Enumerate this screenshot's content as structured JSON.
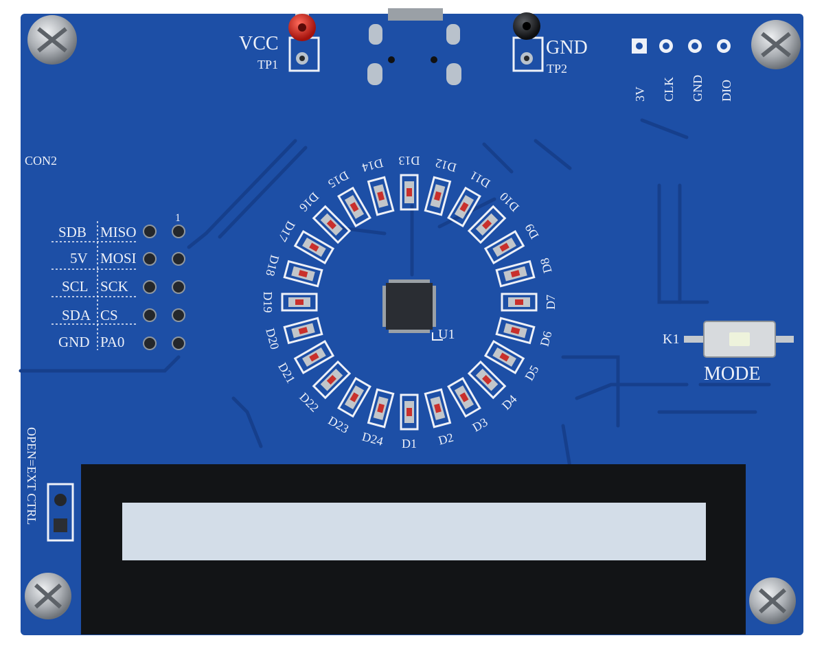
{
  "board": {
    "colors": {
      "pcb": "#1d4fa6",
      "pcb_dark": "#163f8c",
      "trace": "#1a4596",
      "silkscreen": "#eef1f8",
      "pad": "#b9c2cc",
      "led": "#c9302c",
      "chip": "#2a2d33",
      "screw": "#b8bcc0",
      "lcd_frame": "#121416",
      "lcd_window": "#d3dde8"
    },
    "test_points": {
      "vcc_label": "VCC",
      "tp1_label": "TP1",
      "gnd_label": "GND",
      "tp2_label": "TP2"
    },
    "header_pins": [
      "3V",
      "CLK",
      "GND",
      "DIO"
    ],
    "con2": {
      "label": "CON2",
      "pin1_label": "1",
      "left_labels": [
        "SDB",
        "5V",
        "SCL",
        "SDA",
        "GND"
      ],
      "right_labels": [
        "MISO",
        "MOSI",
        "SCK",
        "CS",
        "PA0"
      ]
    },
    "led_ring": [
      "D1",
      "D2",
      "D3",
      "D4",
      "D5",
      "D6",
      "D7",
      "D8",
      "D9",
      "D10",
      "D11",
      "D12",
      "D13",
      "D14",
      "D15",
      "D16",
      "D17",
      "D18",
      "D19",
      "D20",
      "D21",
      "D22",
      "D23",
      "D24"
    ],
    "chip_label": "U1",
    "button": {
      "ref": "K1",
      "label": "MODE"
    },
    "jumper_label": "OPEN=EXT CTRL"
  }
}
